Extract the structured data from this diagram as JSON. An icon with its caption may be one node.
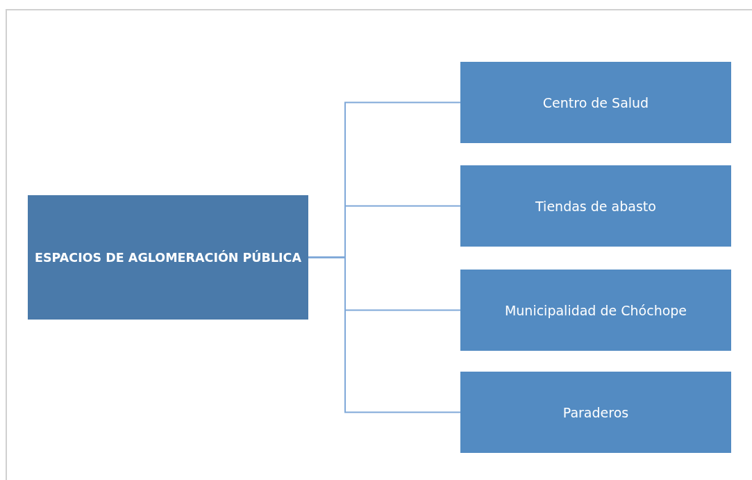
{
  "diagram": {
    "nodes": [
      {
        "text": [
          "ESPACIOS DE AGLOMERACIÓN PÚBLICA"
        ]
      },
      {
        "text": [
          "Centro de Salud"
        ]
      },
      {
        "text": [
          "Tiendas de abasto"
        ]
      },
      {
        "text": [
          "Municipalidad de Chóchope"
        ]
      },
      {
        "text": [
          "Paraderos"
        ]
      }
    ],
    "edges": [
      {
        "from": 0,
        "to": 1,
        "arrow": "none"
      },
      {
        "from": 0,
        "to": 2,
        "arrow": "none"
      },
      {
        "from": 0,
        "to": 3,
        "arrow": "none"
      },
      {
        "from": 0,
        "to": 4,
        "arrow": "none"
      }
    ]
  }
}
